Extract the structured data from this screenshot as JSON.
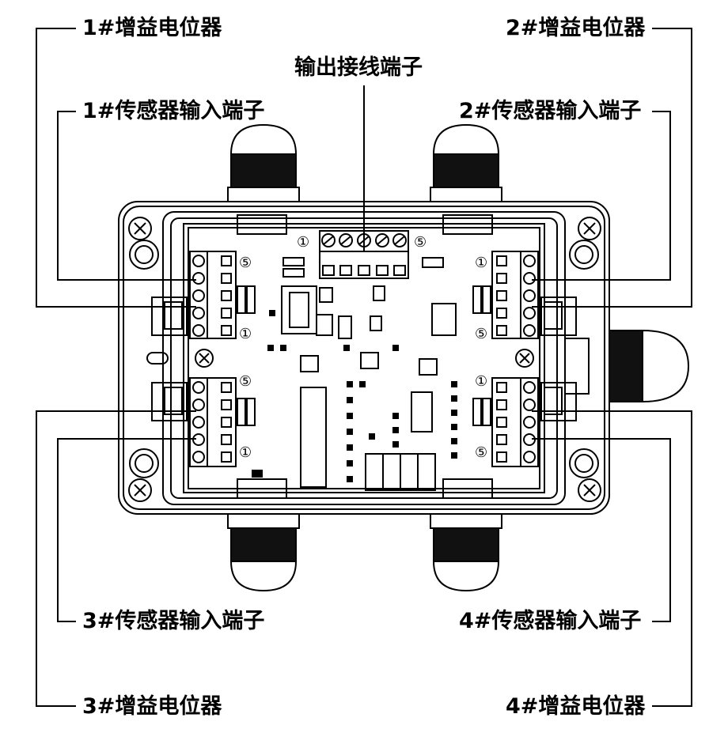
{
  "labels": {
    "gain_pot_1": "1#增益电位器",
    "gain_pot_2": "2#增益电位器",
    "gain_pot_3": "3#增益电位器",
    "gain_pot_4": "4#增益电位器",
    "sensor_in_1": "1#传感器输入端子",
    "sensor_in_2": "2#传感器输入端子",
    "sensor_in_3": "3#传感器输入端子",
    "sensor_in_4": "4#传感器输入端子",
    "output_terminal": "输出接线端子"
  },
  "pin_marks": {
    "one": "①",
    "five": "⑤"
  }
}
